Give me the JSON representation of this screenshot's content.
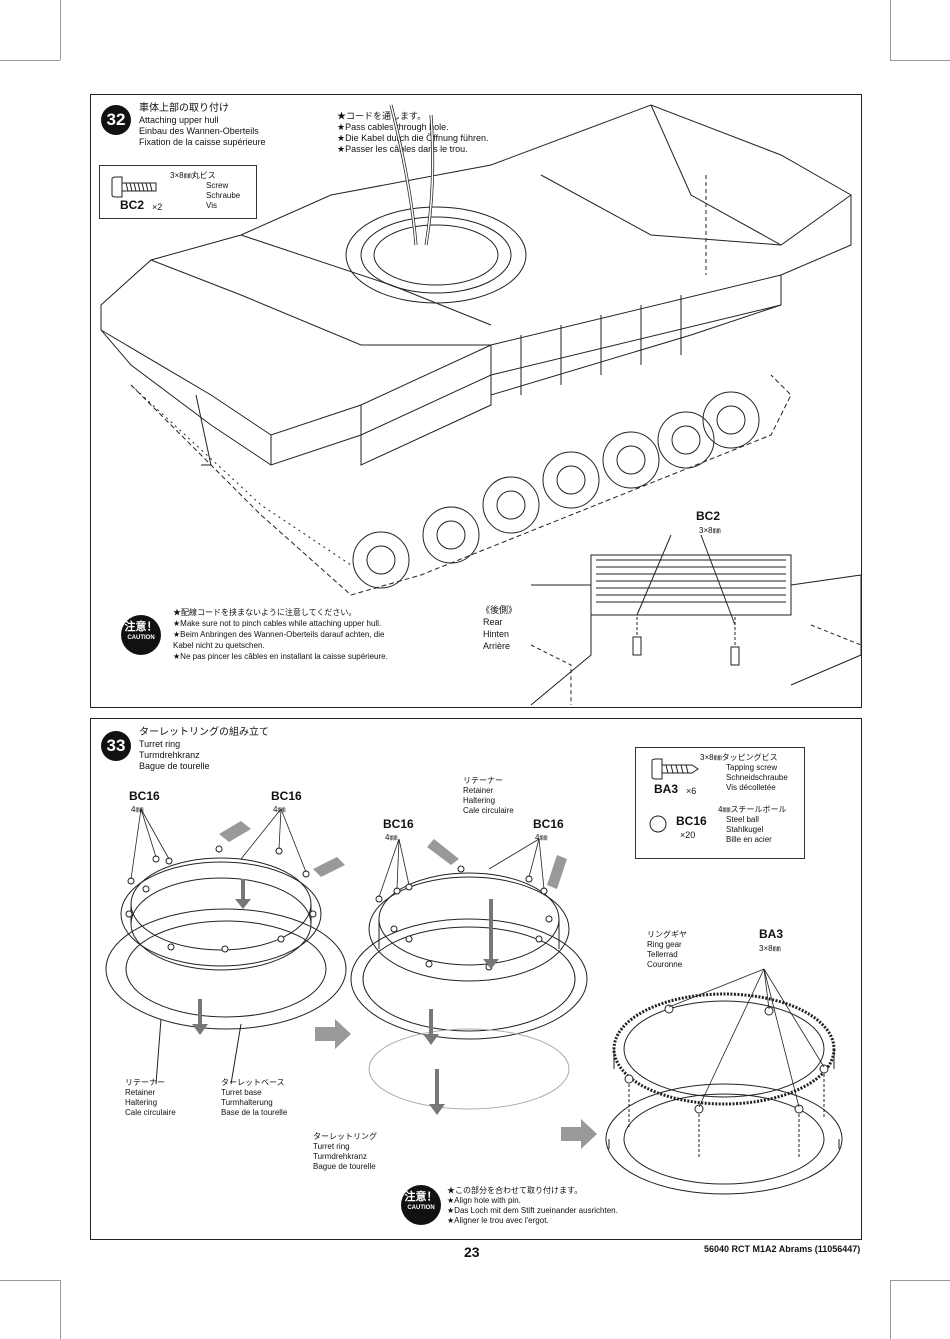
{
  "step32": {
    "number": "32",
    "title_jp": "車体上部の取り付け",
    "title_en": "Attaching upper hull",
    "title_de": "Einbau des Wannen-Oberteils",
    "title_fr": "Fixation de la caisse supérieure",
    "cable_note": [
      "★コードを通します。",
      "★Pass cables through hole.",
      "★Die Kabel durch die Öffnung führen.",
      "★Passer les câbles dans le trou."
    ],
    "part": {
      "size_jp": "3×8㎜丸ビス",
      "name_en": "Screw",
      "name_de": "Schraube",
      "name_fr": "Vis",
      "code": "BC2",
      "qty": "×2"
    },
    "callout_code": "BC2",
    "callout_size": "3×8㎜",
    "caution_jp": "注意！",
    "caution_en": "CAUTION",
    "caution_lines": [
      "★配線コードを挟まないように注意してください。",
      "★Make sure not to pinch cables while attaching upper hull.",
      "★Beim Anbringen des Wannen-Oberteils darauf achten, die",
      "Kabel nicht zu quetschen.",
      "★Ne pas pincer les câbles en installant la caisse supérieure."
    ],
    "rear_labels": [
      "《後側》",
      "Rear",
      "Hinten",
      "Arrière"
    ]
  },
  "step33": {
    "number": "33",
    "title_jp": "ターレットリングの組み立て",
    "title_en": "Turret ring",
    "title_de": "Turmdrehkranz",
    "title_fr": "Bague de tourelle",
    "parts": {
      "ba3": {
        "size_jp": "3×8㎜タッピングビス",
        "name_en": "Tapping screw",
        "name_de": "Schneidschraube",
        "name_fr": "Vis décolletée",
        "code": "BA3",
        "qty": "×6"
      },
      "bc16": {
        "size_jp": "4㎜スチールボール",
        "name_en": "Steel ball",
        "name_de": "Stahlkugel",
        "name_fr": "Bille en acier",
        "code": "BC16",
        "qty": "×20"
      }
    },
    "labels": {
      "bc16_a": "BC16",
      "bc16_a_size": "4㎜",
      "bc16_b": "BC16",
      "bc16_b_size": "4㎜",
      "bc16_c": "BC16",
      "bc16_c_size": "4㎜",
      "bc16_d": "BC16",
      "bc16_d_size": "4㎜",
      "retainer_top": [
        "リテーナー",
        "Retainer",
        "Haltering",
        "Cale circulaire"
      ],
      "retainer_bottom": [
        "リテーナー",
        "Retainer",
        "Haltering",
        "Cale circulaire"
      ],
      "turret_base": [
        "ターレットベース",
        "Turret base",
        "Turmhalterung",
        "Base de la tourelle"
      ],
      "turret_ring": [
        "ターレットリング",
        "Turret ring",
        "Turmdrehkranz",
        "Bague de tourelle"
      ],
      "ring_gear": [
        "リングギヤ",
        "Ring gear",
        "Tellerrad",
        "Couronne"
      ],
      "ba3_code": "BA3",
      "ba3_size": "3×8㎜"
    },
    "caution_jp": "注意！",
    "caution_en": "CAUTION",
    "caution_lines": [
      "★この部分を合わせて取り付けます。",
      "★Align hole with pin.",
      "★Das Loch mit dem Stift zueinander ausrichten.",
      "★Aligner le trou avec l'ergot."
    ]
  },
  "footer": {
    "page_number": "23",
    "model": "56040 RCT M1A2 Abrams (11056447)"
  }
}
